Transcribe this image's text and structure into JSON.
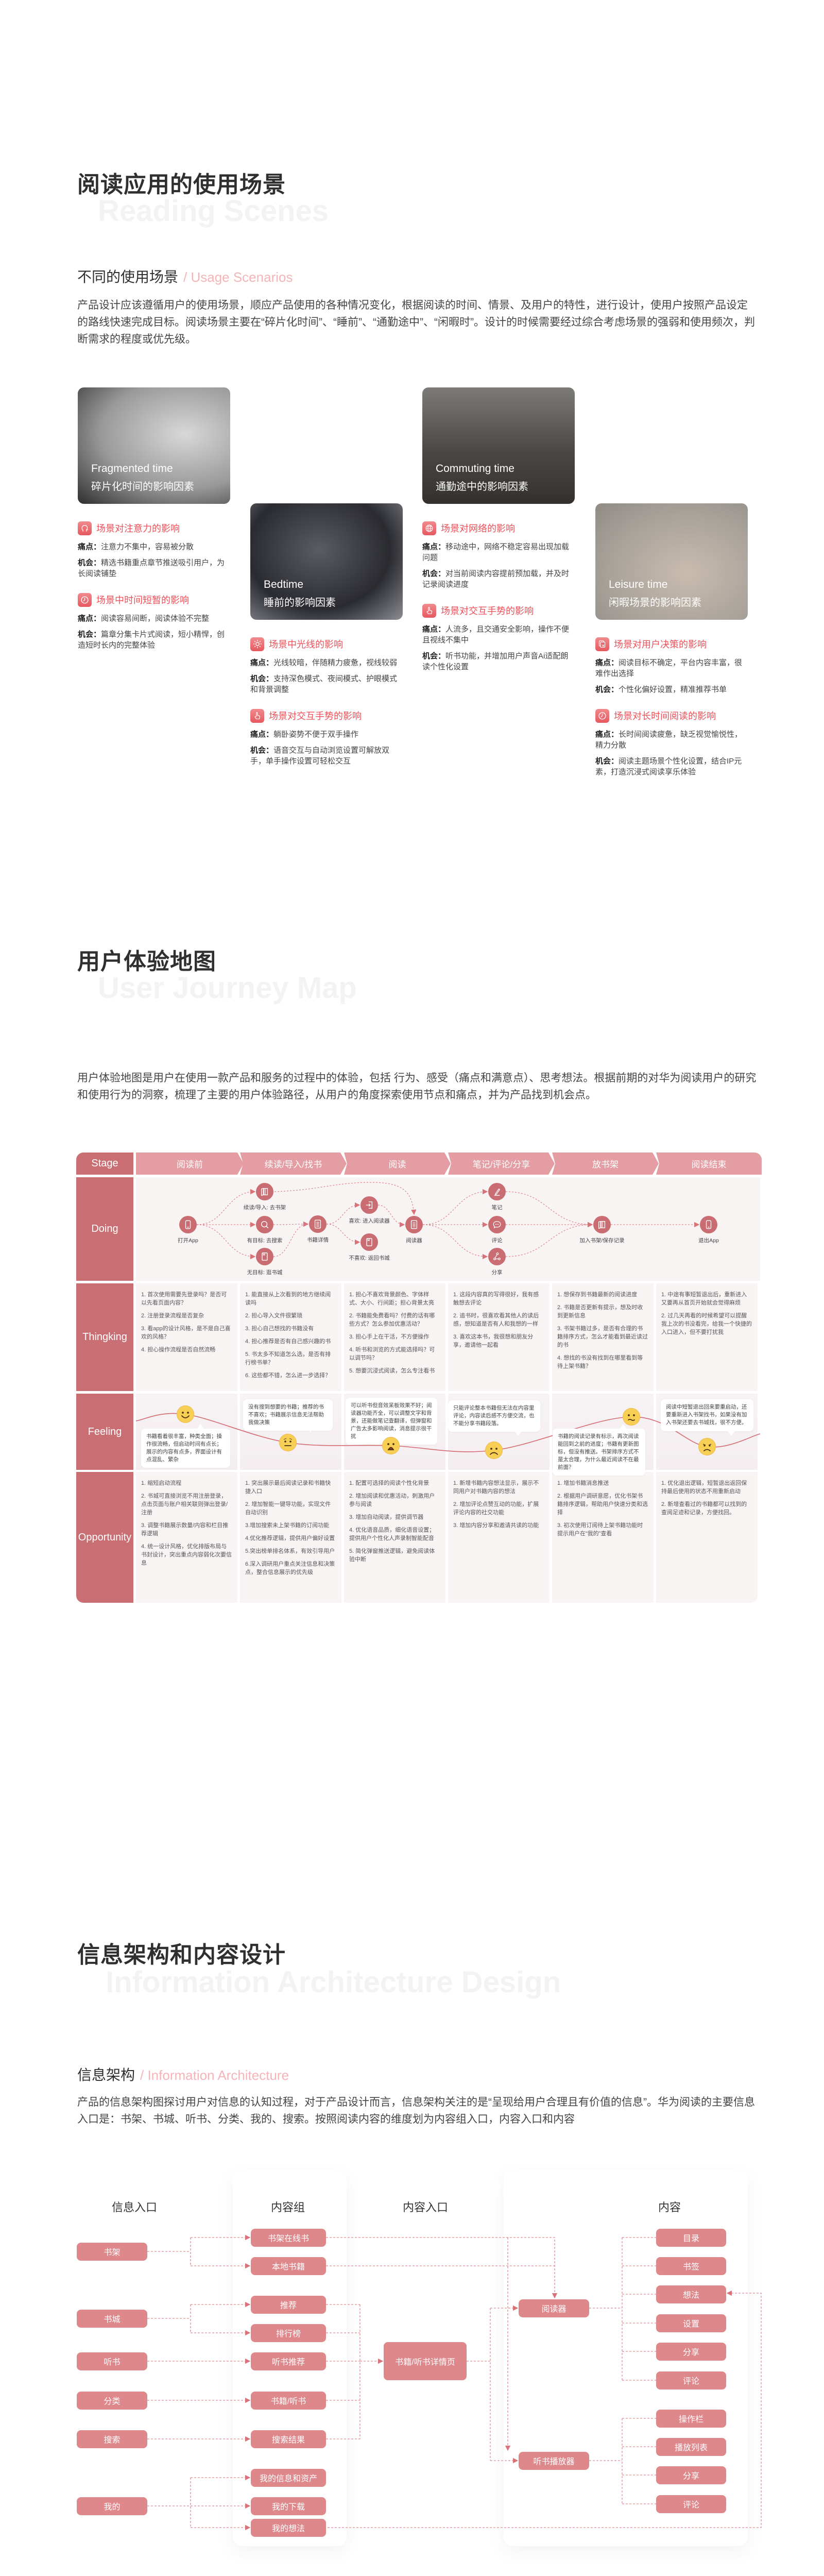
{
  "colors": {
    "accent": "#ef4f57",
    "stage_label": "#c96f74",
    "stage_header": "#e49ea3",
    "cell_bg": "#f8f4f4",
    "ia_box": "#de888c",
    "node": "#c96d72",
    "watermark": "#f3f3f3",
    "subtitle_en": "#f5b4b8"
  },
  "scenes": {
    "title": "阅读应用的使用场景",
    "watermark": "Reading Scenes",
    "subtitle": "不同的使用场景",
    "subtitle_en": "/ Usage Scenarios",
    "paragraph": "产品设计应该遵循用户的使用场景，顺应产品使用的各种情况变化，根据阅读的时间、情景、及用户的特性，进行设计，使用户按照产品设定的路线快速完成目标。阅读场景主要在“碎片化时间”、“睡前”、“通勤途中”、“闲暇时”。设计的时候需要经过综合考虑场景的强弱和使用频次，判断需求的程度或优先级。",
    "pain_label": "痛点：",
    "opp_label": "机会：",
    "cards": [
      {
        "title_en": "Fragmented time",
        "title_cn": "碎片化时间的影响因素",
        "sections": [
          {
            "icon": "head-icon",
            "heading": "场景对注意力的影响",
            "pain": "注意力不集中，容易被分散",
            "opp": "精选书籍重点章节推送吸引用户，为长阅读铺垫"
          },
          {
            "icon": "clock-icon",
            "heading": "场景中时间短暂的影响",
            "pain": "阅读容易间断，阅读体验不完整",
            "opp": "篇章分集卡片式阅读，短小精悍，创造短时长内的完整体验"
          }
        ]
      },
      {
        "title_en": "Bedtime",
        "title_cn": "睡前的影响因素",
        "sections": [
          {
            "icon": "sun-icon",
            "heading": "场景中光线的影响",
            "pain": "光线较暗，伴随精力疲惫，视线较弱",
            "opp": "支持深色模式、夜间模式、护眼模式和背景调整"
          },
          {
            "icon": "hand-icon",
            "heading": "场景对交互手势的影响",
            "pain": "躺卧姿势不便于双手操作",
            "opp": "语音交互与自动浏览设置可解放双手，单手操作设置可轻松交互"
          }
        ]
      },
      {
        "title_en": "Commuting time",
        "title_cn": "通勤途中的影响因素",
        "sections": [
          {
            "icon": "globe-icon",
            "heading": "场景对网络的影响",
            "pain": "移动途中，网络不稳定容易出现加载问题",
            "opp": "对当前阅读内容提前预加载，并及时记录阅读进度"
          },
          {
            "icon": "hand-icon",
            "heading": "场景对交互手势的影响",
            "pain": "人流多，且交通安全影响，操作不便且视线不集中",
            "opp": "听书功能，并增加用户声音Ai适配朗读个性化设置"
          }
        ]
      },
      {
        "title_en": "Leisure time",
        "title_cn": "闲暇场景的影响因素",
        "sections": [
          {
            "icon": "layers-icon",
            "heading": "场景对用户决策的影响",
            "pain": "阅读目标不确定，平台内容丰富，很难作出选择",
            "opp": "个性化偏好设置，精准推荐书单"
          },
          {
            "icon": "clock-icon",
            "heading": "场景对长时间阅读的影响",
            "pain": "长时间阅读疲惫，缺乏视觉愉悦性，精力分散",
            "opp": "阅读主题场景个性化设置，结合IP元素，打造沉浸式阅读享乐体验"
          }
        ]
      }
    ]
  },
  "journey": {
    "title": "用户体验地图",
    "watermark": "User Journey Map",
    "paragraph": "用户体验地图是用户在使用一款产品和服务的过程中的体验，包括  行为、感受（痛点和满意点）、思考想法。根据前期的对华为阅读用户的研究和使用行为的洞察，梳理了主要的用户体验路径，从用户的角度探索使用节点和痛点，并为产品找到机会点。",
    "row_labels": [
      "Stage",
      "Doing",
      "Thingking",
      "Feeling",
      "Opportunity"
    ],
    "stages": [
      "阅读前",
      "续读/导入/找书",
      "阅读",
      "笔记/评论/分享",
      "放书架",
      "阅读结束"
    ],
    "doing_nodes": [
      {
        "label": "打开App",
        "icon": "phone-icon"
      },
      {
        "label": "续读/导入: 去书架",
        "icon": "bookshelf-icon"
      },
      {
        "label": "有目标: 去搜索",
        "icon": "search-icon"
      },
      {
        "label": "无目标: 逛书城",
        "icon": "bookmark-icon"
      },
      {
        "label": "书籍详情",
        "icon": "document-icon"
      },
      {
        "label": "喜欢: 进入阅读器",
        "icon": "enter-icon"
      },
      {
        "label": "不喜欢: 返回书城",
        "icon": "bookmark-icon"
      },
      {
        "label": "阅读器",
        "icon": "document-icon"
      },
      {
        "label": "笔记",
        "icon": "pen-icon"
      },
      {
        "label": "评论",
        "icon": "comment-icon"
      },
      {
        "label": "分享",
        "icon": "share-icon"
      },
      {
        "label": "加入书架/保存记录",
        "icon": "bookshelf-icon"
      },
      {
        "label": "退出App",
        "icon": "phone-icon"
      }
    ],
    "thinking": [
      [
        "1. 首次使用需要先登录吗？是否可以先看页面内容？",
        "2. 注册登录流程是否复杂",
        "3. 看app的设计风格，是不是自己喜欢的风格？",
        "4. 担心操作流程是否自然流畅"
      ],
      [
        "1. 能直接从上次看到的地方继续阅读吗",
        "2. 担心导入文件很繁琐",
        "3. 担心自己想找的书籍没有",
        "4. 担心推荐是否有自己感兴趣的书",
        "5. 书太多不知道怎么选，是否有排行榜书单？",
        "6. 这些都不错，怎么进一步选择？"
      ],
      [
        "1. 担心不喜欢背景颜色、字体样式、大小、行间距；担心背景太亮",
        "2. 书籍能免费看吗？付费的话有哪些方式？怎么参加优惠活动？",
        "3. 担心手上在干活，不方便操作",
        "4. 听书和浏览的方式能选择吗？可以调节吗？",
        "5. 想要沉浸式阅读，怎么专注看书"
      ],
      [
        "1. 这段内容真的写得很好，我有感触想去评论",
        "2. 追书时，很喜欢看其他人的读后感，想知道是否有人和我想的一样",
        "3. 喜欢这本书，我很想和朋友分享，邀请他一起看"
      ],
      [
        "1. 想保存到书籍最新的阅读进度",
        "2. 书籍是否更新有提示，想及时收到更新信息",
        "3. 书架书籍过多，是否有合理的书籍排序方式，怎么才能看到最近读过的书",
        "4. 想找的书没有找到在哪里看到等待上架书籍？"
      ],
      [
        "1. 中途有事短暂退出后，重新进入又要再从首页开始就会觉得麻烦",
        "2. 过几天再看的时候希望可以提醒我上次的书没看完，给我一个快捷的入口进入，但不要打扰我"
      ]
    ],
    "feelings": [
      {
        "emotion": "happy",
        "text": "书籍看着很丰富，种类全面；操作很流畅，但启动时间有点长；展示的内容有点多，界面设计有点混乱、繁杂"
      },
      {
        "emotion": "worried",
        "text": "没有搜到想要的书籍；推荐的书不喜欢；书籍展示信息无法帮助我做决策"
      },
      {
        "emotion": "shocked",
        "text": "可以听书但音效呆板效果不好；阅读器功能齐全，可以调整文字和背景，还能做笔记查翻译，但弹窗和广告太多影响阅读，消息提示很干扰"
      },
      {
        "emotion": "sad",
        "text": "只能评论整本书籍但无法在内容里评论，内容读后感不方便交流，也不能分享书籍段落。"
      },
      {
        "emotion": "meh",
        "text": "书籍的阅读记录有标示，再次阅读能回到之前的进度；书籍有更新图标，但没有推送。书架排序方式不是太合理，为什么最近阅读不在最前面？"
      },
      {
        "emotion": "angry",
        "text": "阅读中短暂退出回来要重启动，还要重新进入书架找书，如果没有加入书架还要去书城找，很不方便。"
      }
    ],
    "opportunities": [
      [
        "1. 缩短启动流程",
        "2. 书城可直接浏览不用注册登录，点击页面与账户相关联则弹出登录/注册",
        "3. 调整书籍展示数量/内容和栏目推荐逻辑",
        "4. 统一设计风格，优化排版布局与书封设计，突出重点内容弱化次要信息"
      ],
      [
        "1. 突出展示最后阅读记录和书籍快捷入口",
        "2. 增加智能一键导功能，实现文件自动识别",
        "3.增加搜索未上架书籍的订阅功能",
        "4.优化推荐逻辑，提供用户偏好设置",
        "5.突出榜单排名体系，有效引导用户",
        "6.深入调研用户重点关注信息和决策点，整合信息展示的优先级"
      ],
      [
        "1. 配置可选择的阅读个性化背景",
        "2. 增加阅读和优惠活动，刺激用户参与阅读",
        "3. 增加自动阅读，提供调节器",
        "4. 优化语音品质，细化语音设置；提供用户个性化人声录制智能配音",
        "5. 简化弹窗推送逻辑，避免阅读体验中断"
      ],
      [
        "1. 新增书籍内容想法显示，展示不同用户对书籍内容的想法",
        "2. 增加评论点赞互动的功能，扩展评论内容的社交功能",
        "3. 增加内容分享和邀请共读的功能"
      ],
      [
        "1. 增加书籍消息推送",
        "2. 根据用户调研意愿，优化书架书籍排序逻辑，帮助用户快速分类和选择",
        "3. 初次使用订阅待上架书籍功能时提示用户在“我的”查看"
      ],
      [
        "1. 优化退出逻辑，短暂退出返回保持最后使用的状态不用重新启动",
        "2. 新增查看过的书籍都可以找到的查阅足迹和记录，方便找回。"
      ]
    ]
  },
  "ia": {
    "title": "信息架构和内容设计",
    "watermark": "Information Architecture Design",
    "subtitle": "信息架构",
    "subtitle_en": "/ Information Architecture",
    "paragraph": "产品的信息架构图探讨用户对信息的认知过程，对于产品设计而言，信息架构关注的是“呈现给用户合理且有价值的信息”。华为阅读的主要信息入口是：书架、书城、听书、分类、我的、搜索。按照阅读内容的维度划为内容组入口，内容入口和内容",
    "column_headers": [
      "信息入口",
      "内容组",
      "内容入口",
      "内容"
    ],
    "entries": [
      "书架",
      "书城",
      "听书",
      "分类",
      "搜索",
      "我的"
    ],
    "groups": [
      "书架在线书",
      "本地书籍",
      "推荐",
      "排行榜",
      "听书推荐",
      "书籍/听书",
      "搜索结果",
      "我的信息和资产",
      "我的下载",
      "我的想法"
    ],
    "detail": "书籍/听书详情页",
    "players": [
      "阅读器",
      "听书播放器"
    ],
    "reader_contents": [
      "目录",
      "书签",
      "想法",
      "设置",
      "分享",
      "评论"
    ],
    "player_contents": [
      "操作栏",
      "播放列表",
      "分享",
      "评论"
    ]
  }
}
